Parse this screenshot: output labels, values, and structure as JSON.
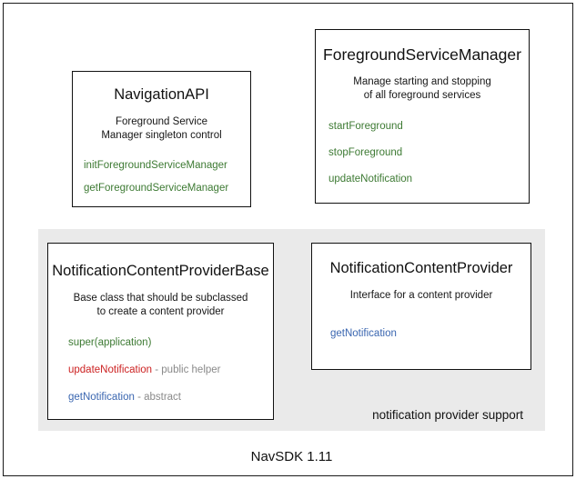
{
  "diagram": {
    "caption": "NavSDK 1.11",
    "group_panel": {
      "label": "notification provider support",
      "background_color": "#eaeaea"
    },
    "colors": {
      "green": "#3d7a33",
      "red": "#cc2222",
      "blue": "#3a66b0",
      "note_gray": "#8a8a8a",
      "text": "#111111",
      "border": "#111111"
    },
    "boxes": [
      {
        "id": "navigation-api",
        "title": "NavigationAPI",
        "description_lines": [
          "Foreground Service",
          "Manager singleton control"
        ],
        "members": [
          {
            "name": "initForegroundServiceManager",
            "color": "green",
            "note": ""
          },
          {
            "name": "getForegroundServiceManager",
            "color": "green",
            "note": ""
          }
        ]
      },
      {
        "id": "foreground-service-manager",
        "title": "ForegroundServiceManager",
        "description_lines": [
          "Manage starting and stopping",
          "of all foreground services"
        ],
        "members": [
          {
            "name": "startForeground",
            "color": "green",
            "note": ""
          },
          {
            "name": "stopForeground",
            "color": "green",
            "note": ""
          },
          {
            "name": "updateNotification",
            "color": "green",
            "note": ""
          }
        ]
      },
      {
        "id": "notification-content-provider-base",
        "title": "NotificationContentProviderBase",
        "description_lines": [
          "Base class that should be subclassed",
          "to create a content provider"
        ],
        "members": [
          {
            "name": "super(application)",
            "color": "green",
            "note": ""
          },
          {
            "name": "updateNotification",
            "color": "red",
            "note": " - public helper"
          },
          {
            "name": "getNotification",
            "color": "blue",
            "note": " - abstract"
          }
        ]
      },
      {
        "id": "notification-content-provider",
        "title": "NotificationContentProvider",
        "description_lines": [
          "Interface for a content provider"
        ],
        "members": [
          {
            "name": "getNotification",
            "color": "blue",
            "note": ""
          }
        ]
      }
    ]
  }
}
